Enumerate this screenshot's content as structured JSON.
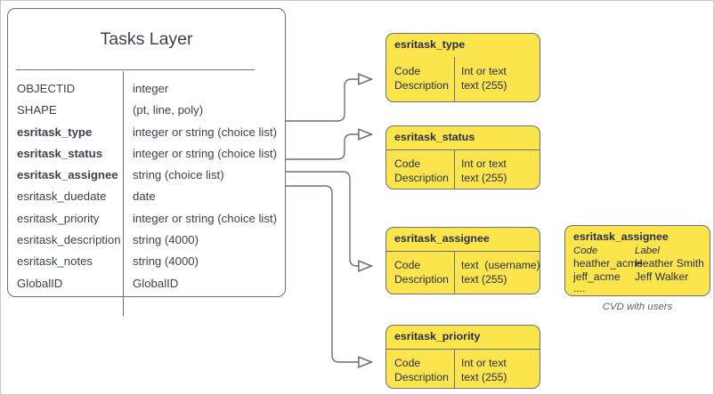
{
  "diagram": {
    "title": "Tasks Layer",
    "entity": {
      "name": "Tasks Layer",
      "fields": [
        {
          "name": "OBJECTID",
          "type": "integer",
          "bold": false
        },
        {
          "name": "SHAPE",
          "type": "(pt, line, poly)",
          "bold": false
        },
        {
          "name": "esritask_type",
          "type": "integer or string (choice list)",
          "bold": true
        },
        {
          "name": "esritask_status",
          "type": "integer or string (choice list)",
          "bold": true
        },
        {
          "name": "esritask_assignee",
          "type": "string (choice list)",
          "bold": true
        },
        {
          "name": "esritask_duedate",
          "type": "date",
          "bold": false
        },
        {
          "name": "esritask_priority",
          "type": "integer or string (choice list)",
          "bold": false
        },
        {
          "name": "esritask_description",
          "type": "string (4000)",
          "bold": false
        },
        {
          "name": "esritask_notes",
          "type": "string (4000)",
          "bold": false
        },
        {
          "name": "GlobalID",
          "type": "GlobalID",
          "bold": false
        }
      ]
    },
    "domains": [
      {
        "name": "esritask_type",
        "left_col": "Code\nDescription",
        "right_col": "Int or text\ntext (255)"
      },
      {
        "name": "esritask_status",
        "left_col": "Code\nDescription",
        "right_col": "Int or text\ntext (255)"
      },
      {
        "name": "esritask_assignee",
        "left_col": "Code\nDescription",
        "right_col": "text  (username)\ntext (255)"
      },
      {
        "name": "esritask_priority",
        "left_col": "Code\nDescription",
        "right_col": "Int or text\ntext (255)"
      }
    ],
    "note": {
      "title": "esritask_assignee",
      "header_code": "Code",
      "header_label": "Label",
      "rows": [
        {
          "code": "heather_acme",
          "label": "Heather Smith"
        },
        {
          "code": "jeff_acme",
          "label": "Jeff Walker"
        }
      ],
      "ellipsis": "....",
      "caption": "CVD with users"
    },
    "colors": {
      "domain_fill": "#fce44d",
      "line": "#68707d",
      "text": "#3b4350",
      "canvas_border": "#c8c8c8"
    }
  }
}
